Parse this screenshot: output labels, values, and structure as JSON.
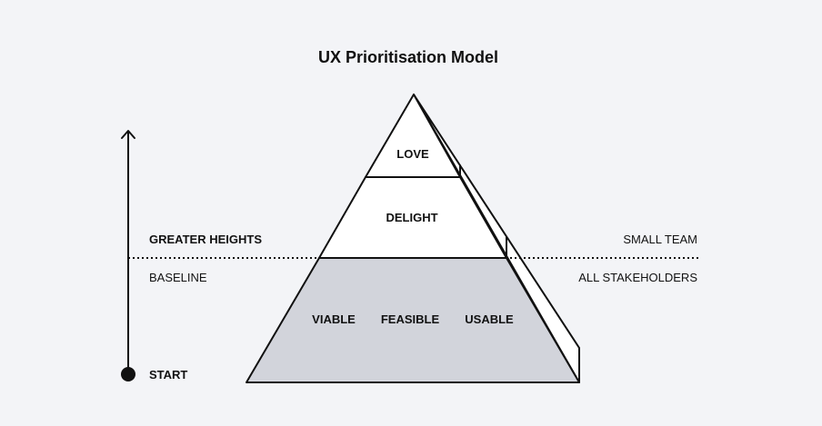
{
  "title": "UX Prioritisation Model",
  "arrow": {
    "top_label": "GREATER HEIGHTS",
    "bottom_label": "BASELINE",
    "start_label": "START"
  },
  "right_labels": {
    "above": "SMALL TEAM",
    "below": "ALL STAKEHOLDERS"
  },
  "pyramid": {
    "top": "LOVE",
    "middle": "DELIGHT",
    "base": [
      "VIABLE",
      "FEASIBLE",
      "USABLE"
    ]
  },
  "colors": {
    "background": "#f3f4f7",
    "base_fill": "#d2d4db",
    "upper_fill": "#ffffff",
    "stroke": "#111111"
  }
}
